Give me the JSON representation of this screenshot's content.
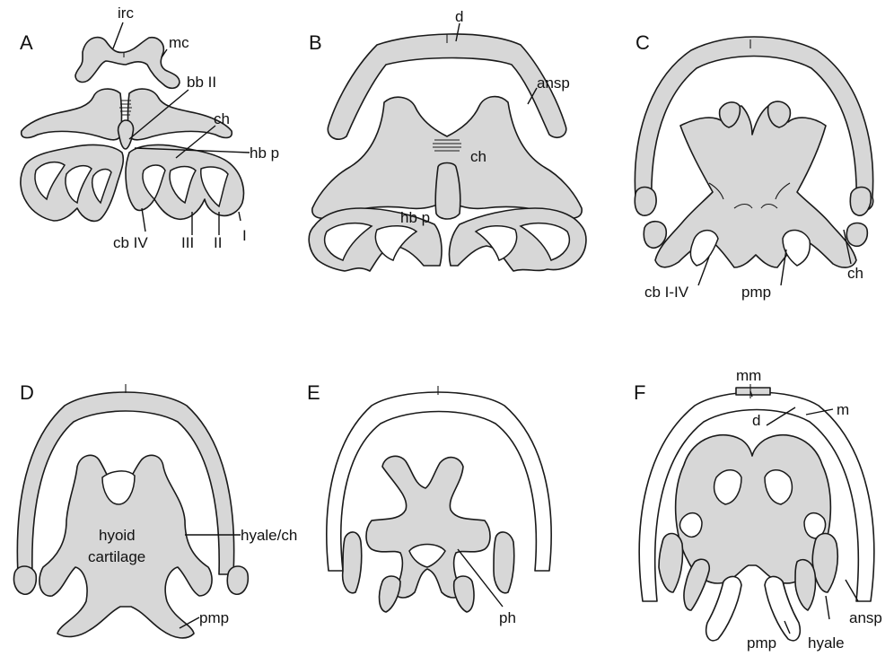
{
  "panels": [
    {
      "id": "A",
      "letter": "A",
      "labels": {
        "irc": "irc",
        "mc": "mc",
        "bb2": "bb II",
        "ch": "ch",
        "hbp": "hb p",
        "cb4": "cb IV",
        "III": "III",
        "II": "II",
        "I": "I"
      }
    },
    {
      "id": "B",
      "letter": "B",
      "labels": {
        "d": "d",
        "ansp": "ansp",
        "ch": "ch",
        "hbp": "hb p"
      }
    },
    {
      "id": "C",
      "letter": "C",
      "labels": {
        "cb14": "cb I-IV",
        "pmp": "pmp",
        "ch": "ch"
      }
    },
    {
      "id": "D",
      "letter": "D",
      "labels": {
        "hyoid1": "hyoid",
        "hyoid2": "cartilage",
        "hyalech": "hyale/ch",
        "pmp": "pmp"
      }
    },
    {
      "id": "E",
      "letter": "E",
      "labels": {
        "ph": "ph"
      }
    },
    {
      "id": "F",
      "letter": "F",
      "labels": {
        "mm": "mm",
        "m": "m",
        "d": "d",
        "ansp": "ansp",
        "pmp": "pmp",
        "hyale": "hyale"
      }
    }
  ],
  "colors": {
    "cartilage_fill": "#d7d7d7",
    "outline": "#1a1a1a",
    "background": "#ffffff"
  }
}
